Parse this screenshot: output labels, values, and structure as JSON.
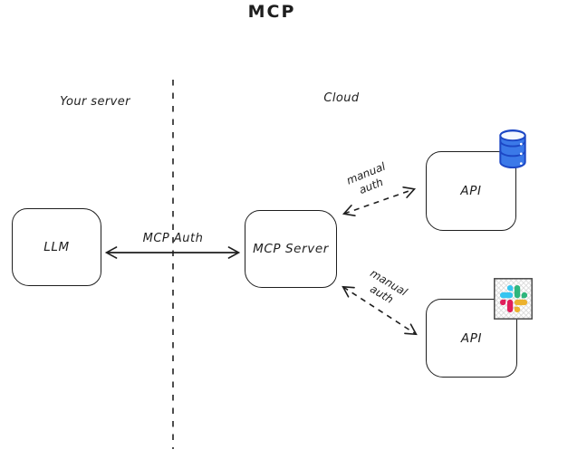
{
  "title": "MCP",
  "regions": {
    "left_label": "Your server",
    "right_label": "Cloud"
  },
  "nodes": {
    "llm": {
      "label": "LLM"
    },
    "mcp_server": {
      "label": "MCP Server"
    },
    "api_database": {
      "label": "API",
      "icon": "database-icon"
    },
    "api_slack": {
      "label": "API",
      "icon": "slack-icon"
    }
  },
  "edges": {
    "mcp_auth": {
      "label": "MCP Auth",
      "style": "solid",
      "bidirectional": true
    },
    "manual_auth_top": {
      "label": "manual auth",
      "style": "dashed",
      "bidirectional": true
    },
    "manual_auth_bottom": {
      "label": "manual auth",
      "style": "dashed",
      "bidirectional": true
    }
  },
  "colors": {
    "ink": "#1e1e1e",
    "divider": "#3a3a3a",
    "background": "#ffffff",
    "database_fill": "#3b79e8",
    "database_stroke": "#1c47c5",
    "slack_blue": "#36C5F0",
    "slack_green": "#2EB67D",
    "slack_red": "#E01E5A",
    "slack_yellow": "#ECB22E"
  }
}
